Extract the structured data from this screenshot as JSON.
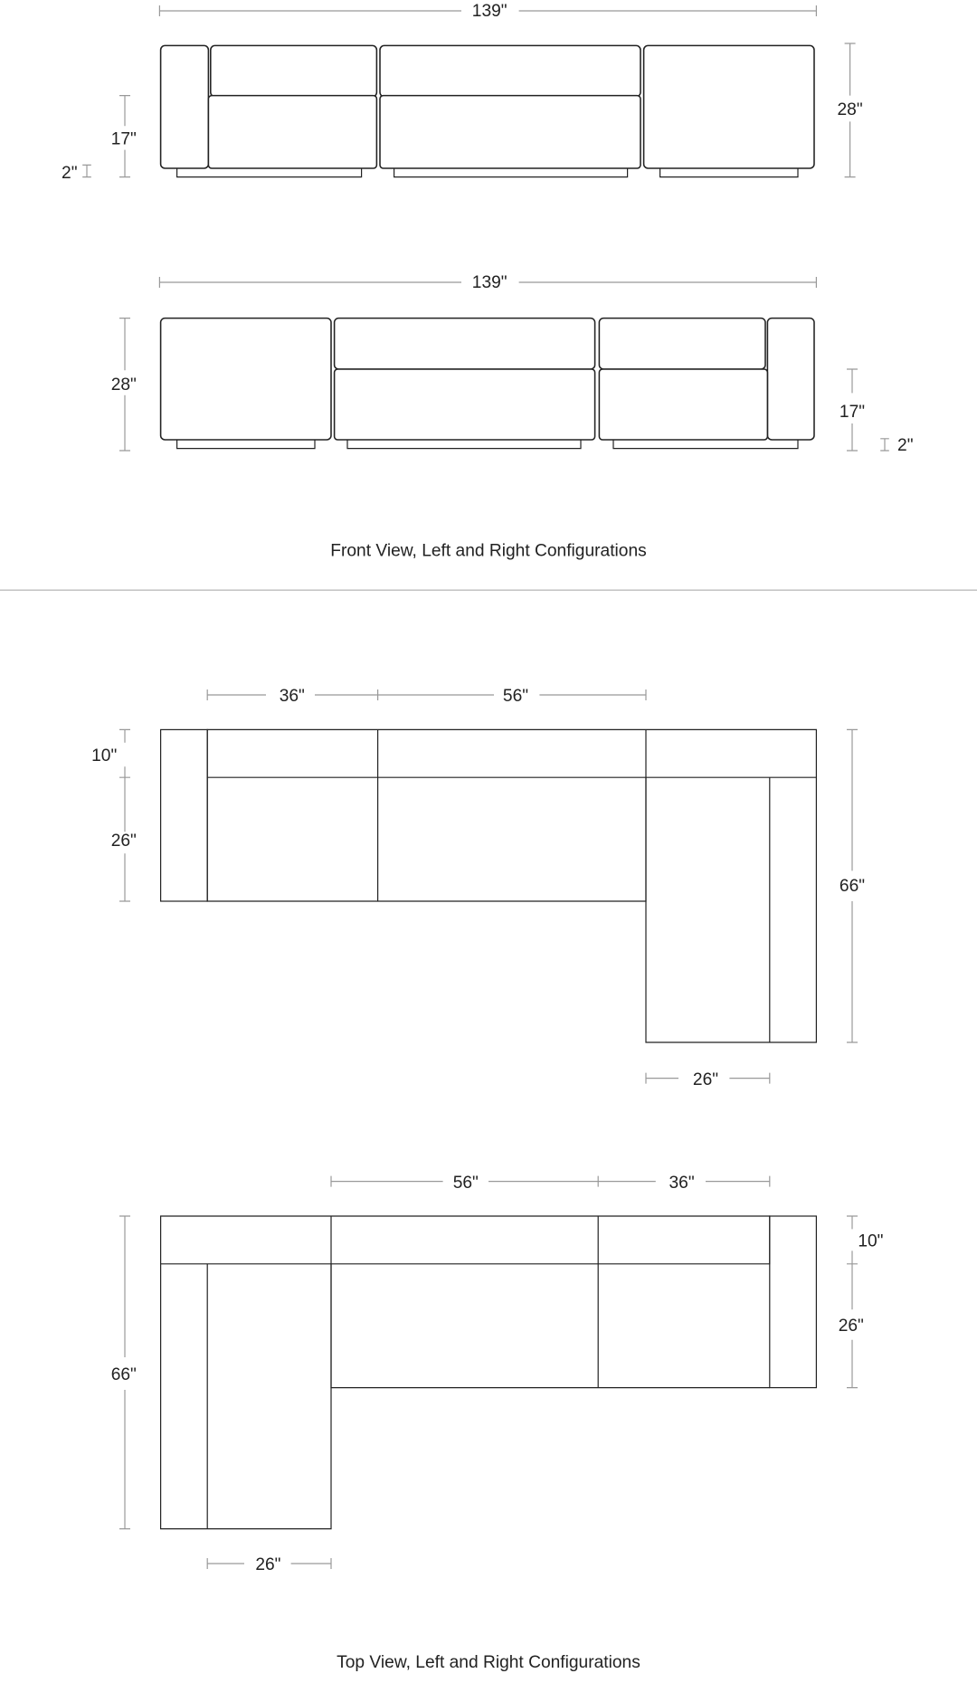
{
  "front_view": {
    "left_config": {
      "width": "139\"",
      "height": "28\"",
      "seat_height": "17\"",
      "leg_height": "2\""
    },
    "right_config": {
      "width": "139\"",
      "height": "28\"",
      "seat_height": "17\"",
      "leg_height": "2\""
    },
    "caption": "Front View, Left and Right Configurations"
  },
  "top_view": {
    "left_config": {
      "seat_left": "36\"",
      "seat_middle": "56\"",
      "back_depth": "10\"",
      "seat_depth": "26\"",
      "total_depth": "66\"",
      "chaise_width": "26\""
    },
    "right_config": {
      "seat_middle": "56\"",
      "seat_right": "36\"",
      "back_depth": "10\"",
      "seat_depth": "26\"",
      "total_depth": "66\"",
      "chaise_width": "26\""
    },
    "caption": "Top View, Left and Right Configurations"
  }
}
